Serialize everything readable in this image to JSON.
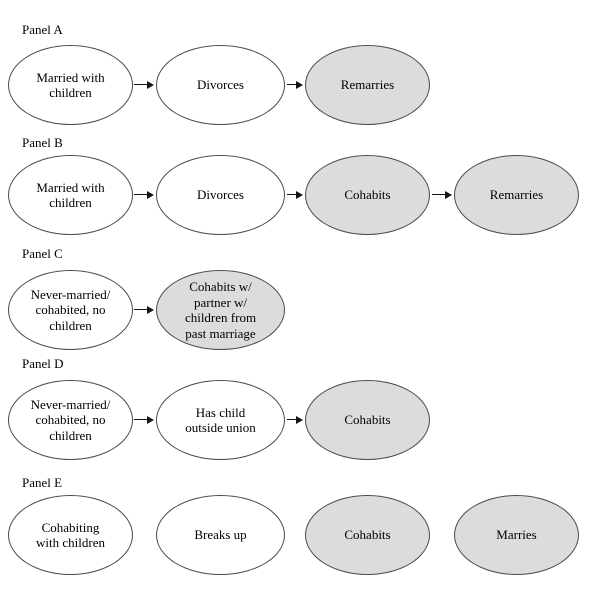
{
  "figure": {
    "background": "#ffffff",
    "node_fill_plain": "#ffffff",
    "node_fill_shaded": "#dcdcdc",
    "node_stroke": "#4a4a4a",
    "arrow_color": "#141414",
    "text_color": "#000000"
  },
  "panels": [
    {
      "label": "Panel A",
      "nodes": [
        {
          "text": "Married with\nchildren",
          "shaded": false
        },
        {
          "text": "Divorces",
          "shaded": false
        },
        {
          "text": "Remarries",
          "shaded": true
        }
      ],
      "arrows": [
        [
          0,
          1
        ],
        [
          1,
          2
        ]
      ]
    },
    {
      "label": "Panel B",
      "nodes": [
        {
          "text": "Married with\nchildren",
          "shaded": false
        },
        {
          "text": "Divorces",
          "shaded": false
        },
        {
          "text": "Cohabits",
          "shaded": true
        },
        {
          "text": "Remarries",
          "shaded": true
        }
      ],
      "arrows": [
        [
          0,
          1
        ],
        [
          1,
          2
        ],
        [
          2,
          3
        ]
      ]
    },
    {
      "label": "Panel C",
      "nodes": [
        {
          "text": "Never-married/\ncohabited, no\nchildren",
          "shaded": false
        },
        {
          "text": "Cohabits w/\npartner w/\nchildren from\npast marriage",
          "shaded": true
        }
      ],
      "arrows": [
        [
          0,
          1
        ]
      ]
    },
    {
      "label": "Panel D",
      "nodes": [
        {
          "text": "Never-married/\ncohabited, no\nchildren",
          "shaded": false
        },
        {
          "text": "Has child\noutside union",
          "shaded": false
        },
        {
          "text": "Cohabits",
          "shaded": true
        }
      ],
      "arrows": [
        [
          0,
          1
        ],
        [
          1,
          2
        ]
      ]
    },
    {
      "label": "Panel E",
      "nodes": [
        {
          "text": "Cohabiting\nwith children",
          "shaded": false
        },
        {
          "text": "Breaks up",
          "shaded": false
        },
        {
          "text": "Cohabits",
          "shaded": true
        },
        {
          "text": "Marries",
          "shaded": true
        }
      ],
      "arrows": []
    }
  ]
}
